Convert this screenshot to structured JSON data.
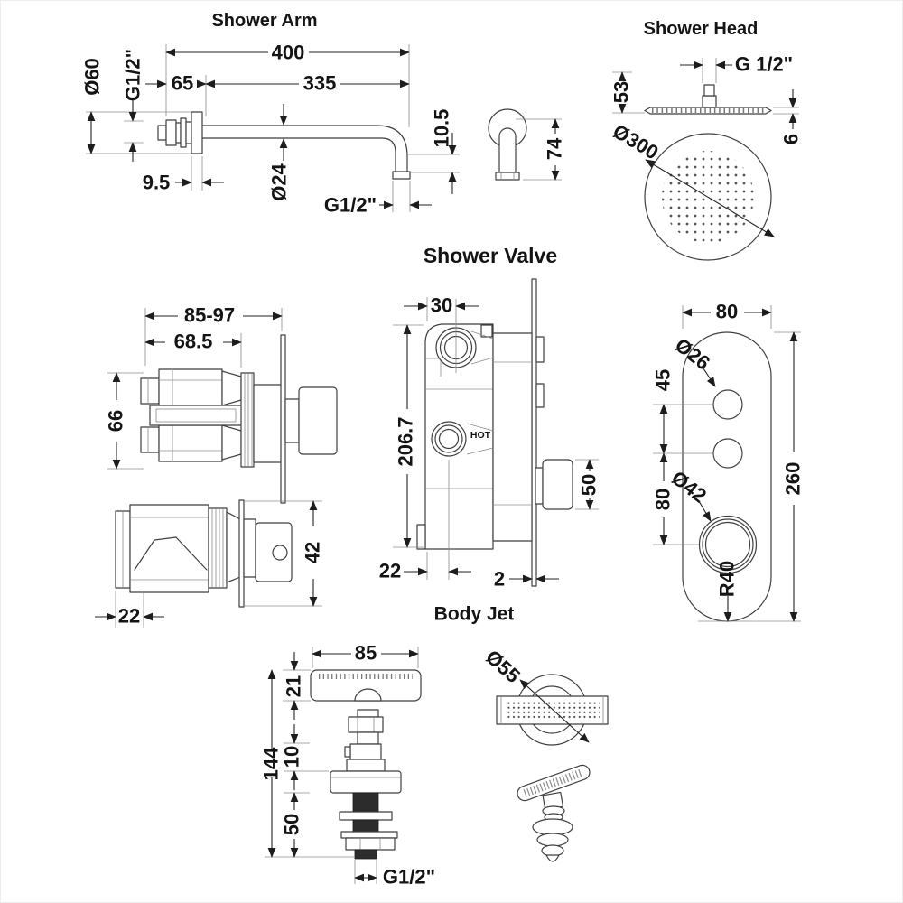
{
  "titles": {
    "shower_arm": "Shower Arm",
    "shower_head": "Shower Head",
    "shower_valve": "Shower Valve",
    "body_jet": "Body Jet"
  },
  "shower_arm": {
    "overall_length": "400",
    "wall_offset": "65",
    "arm_length": "335",
    "flange_diameter": "Ø60",
    "inlet_thread": "G1/2\"",
    "flange_depth": "9.5",
    "pipe_diameter": "Ø24",
    "outlet_thread": "G1/2\"",
    "outlet_drop": "10.5",
    "elbow_height": "74"
  },
  "shower_head": {
    "thread": "G 1/2\"",
    "stem_height": "53",
    "edge_thickness": "6",
    "head_diameter": "Ø300"
  },
  "shower_valve": {
    "depth_range": "85-97",
    "body_depth": "68.5",
    "body_height": "66",
    "cap_width": "22",
    "knob_height": "42",
    "port_offset": "30",
    "total_height": "206.7",
    "hot_label": "HOT",
    "knob_diameter": "50",
    "base_offset": "22",
    "plate_thickness": "2",
    "plate_width": "80",
    "button_diameter": "Ø26",
    "button_spacing": "45",
    "knob_spacing": "80",
    "knob_hole_diameter": "Ø42",
    "plate_height": "260",
    "corner_radius": "R40"
  },
  "body_jet": {
    "handle_width": "85",
    "handle_depth": "21",
    "total_height": "144",
    "cartridge_step": "10",
    "thread_length": "50",
    "thread": "G1/2\"",
    "face_diameter": "Ø55"
  }
}
